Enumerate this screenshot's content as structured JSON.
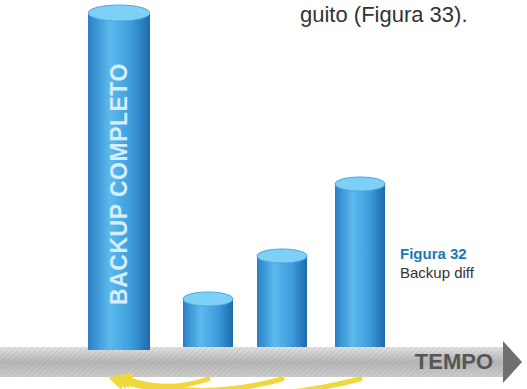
{
  "diagram": {
    "nodes": [
      {
        "text": [
          "BACKUP COMPLETO"
        ]
      },
      {
        "text": [
          "TEMPO"
        ]
      }
    ],
    "labels": [
      "guito (Figura 33).",
      "Figura 32",
      "Backup diff"
    ]
  }
}
